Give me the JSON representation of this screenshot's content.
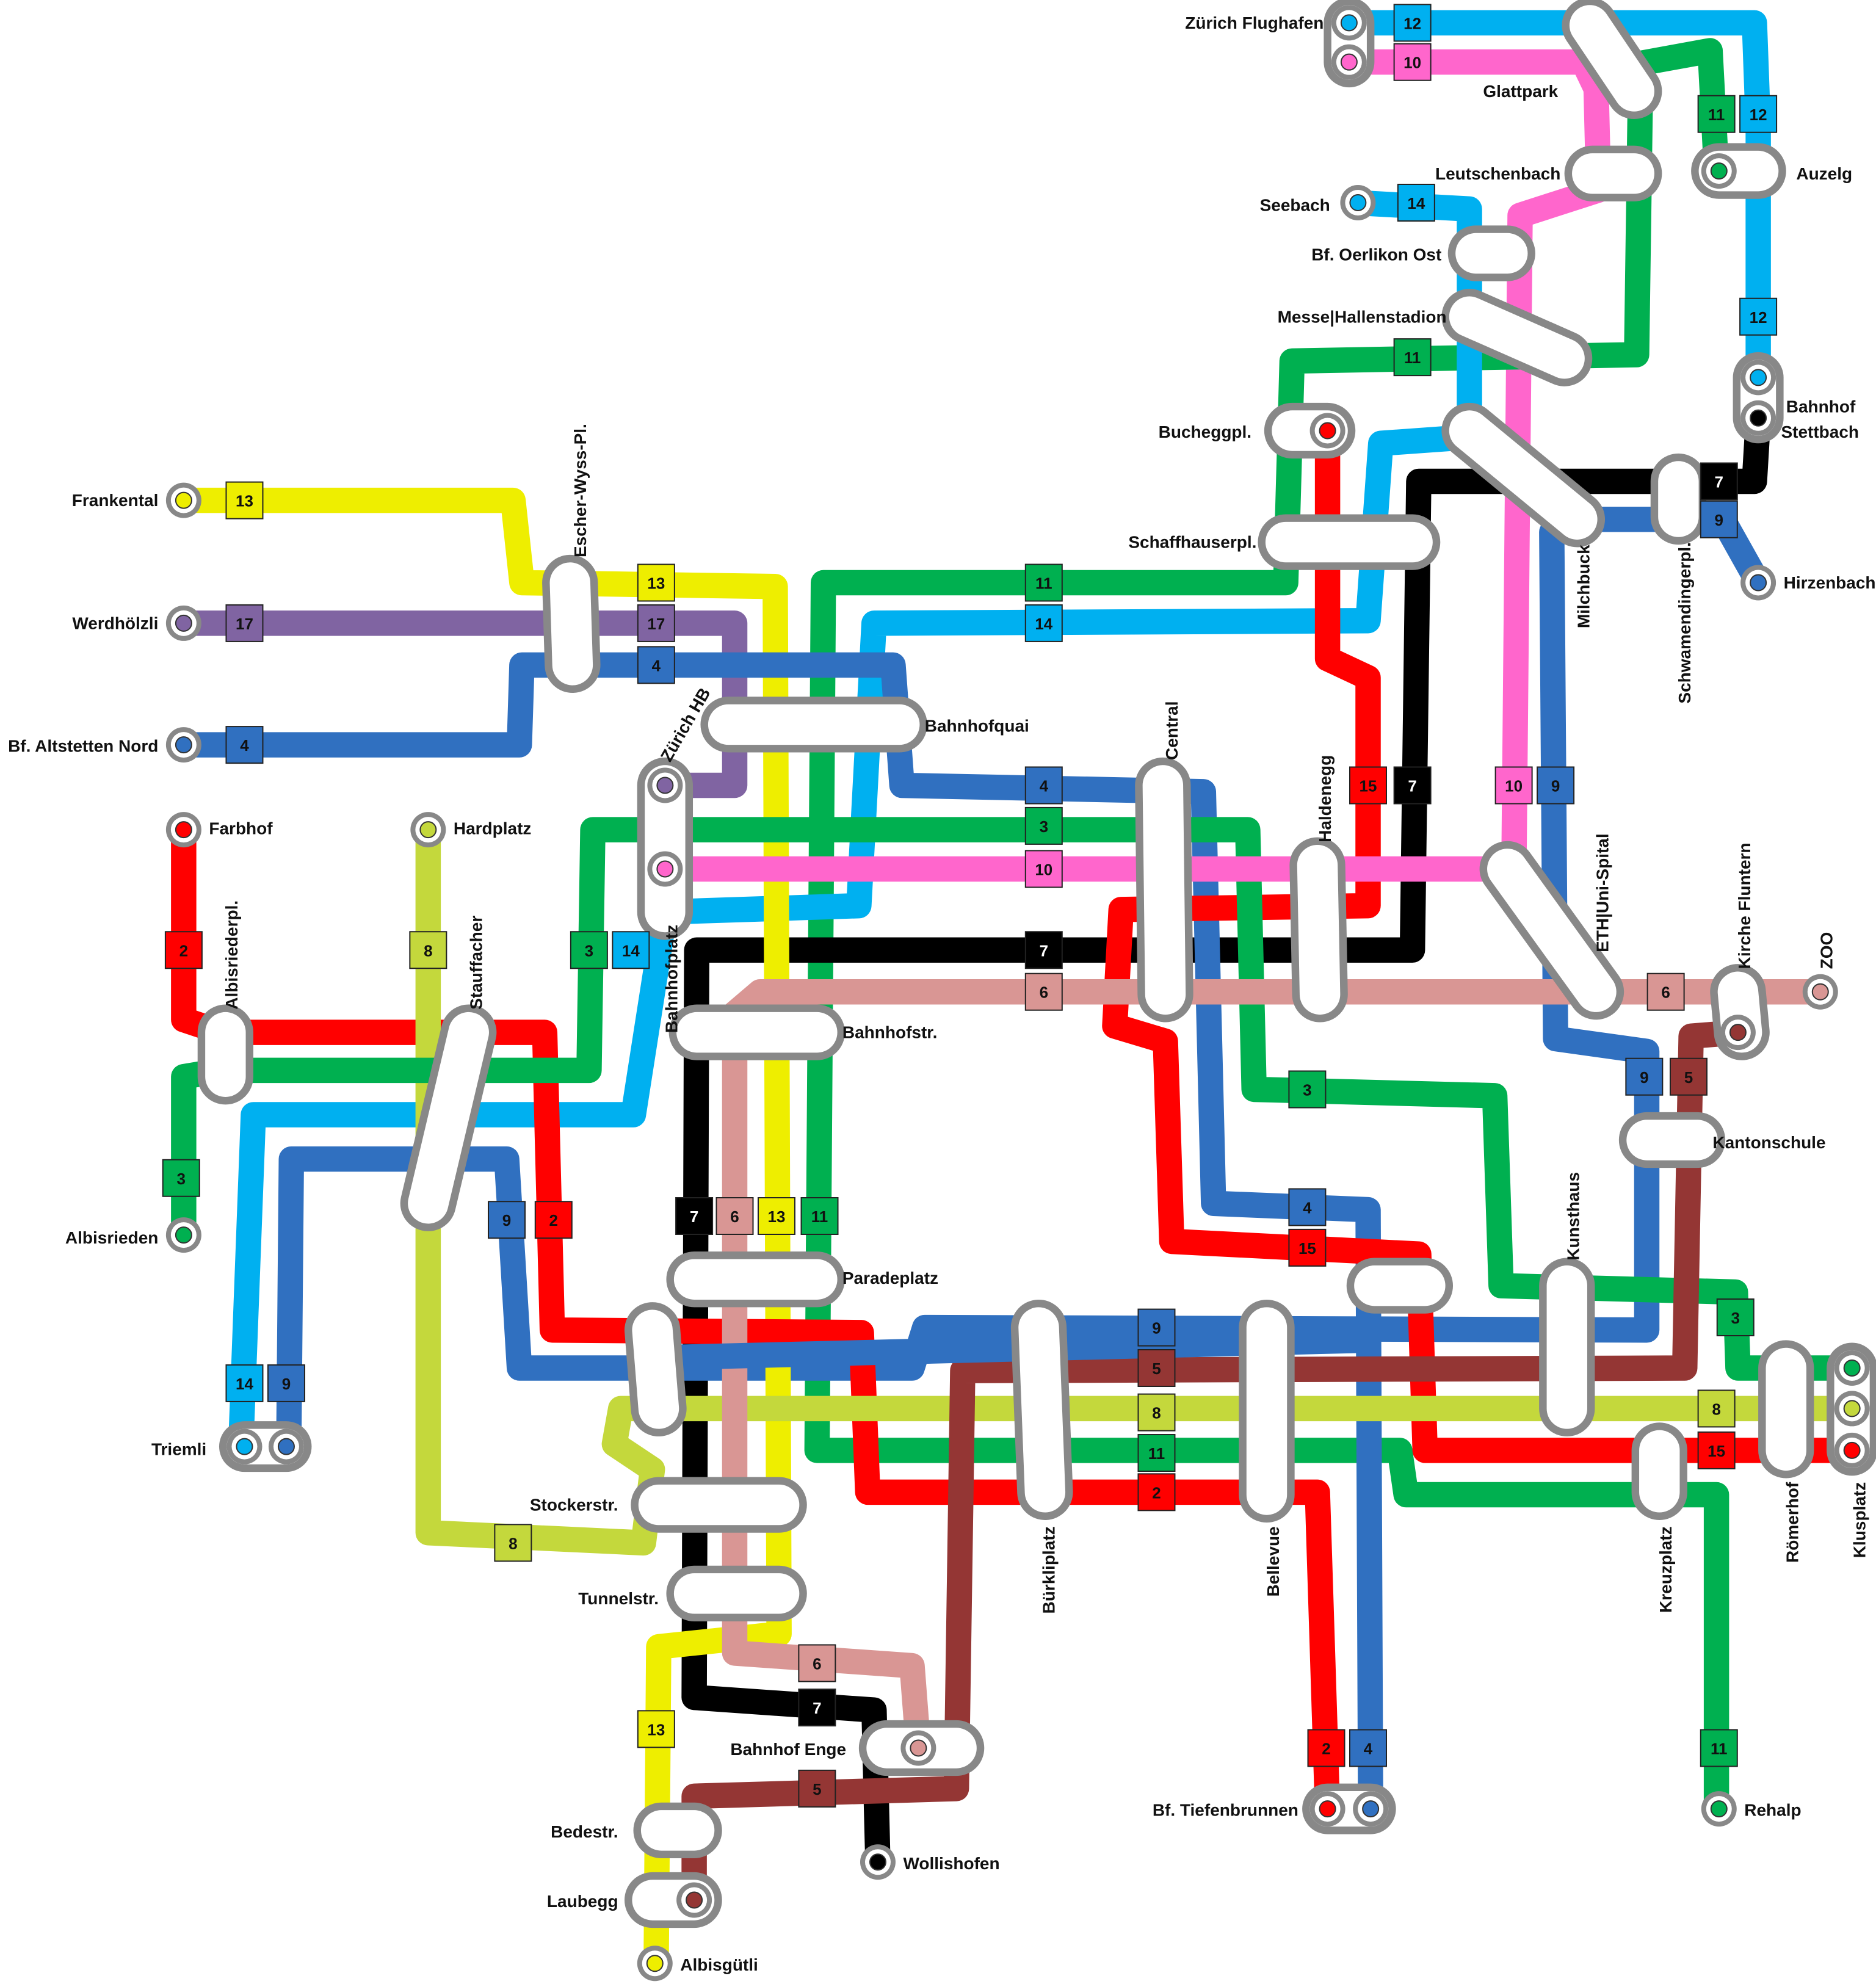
{
  "map": {
    "stations": [
      {
        "id": "zurich-flughafen",
        "label": "Zürich Flughafen"
      },
      {
        "id": "glattpark",
        "label": "Glattpark"
      },
      {
        "id": "auzelg",
        "label": "Auzelg"
      },
      {
        "id": "leutschenbach",
        "label": "Leutschenbach"
      },
      {
        "id": "seebach",
        "label": "Seebach"
      },
      {
        "id": "bf-oerlikon-ost",
        "label": "Bf. Oerlikon Ost"
      },
      {
        "id": "messe-hallenstadion",
        "label": "Messe|Hallenstadion"
      },
      {
        "id": "bahnhof-stettbach-1",
        "label": "Bahnhof"
      },
      {
        "id": "bahnhof-stettbach-2",
        "label": "Stettbach"
      },
      {
        "id": "bucheggpl",
        "label": "Bucheggpl."
      },
      {
        "id": "schaffhauserpl",
        "label": "Schaffhauserpl."
      },
      {
        "id": "hirzenbach",
        "label": "Hirzenbach"
      },
      {
        "id": "milchbuck",
        "label": "Milchbuck"
      },
      {
        "id": "schwamendingerpl",
        "label": "Schwamendingerpl."
      },
      {
        "id": "frankental",
        "label": "Frankental"
      },
      {
        "id": "escher-wyss-pl",
        "label": "Escher-Wyss-Pl."
      },
      {
        "id": "werdhoelzli",
        "label": "Werdhölzli"
      },
      {
        "id": "bf-altstetten-nord",
        "label": "Bf. Altstetten Nord"
      },
      {
        "id": "bahnhofquai",
        "label": "Bahnhofquai"
      },
      {
        "id": "zurich-hb",
        "label": "Zürich HB"
      },
      {
        "id": "central",
        "label": "Central"
      },
      {
        "id": "haldenegg",
        "label": "Haldenegg"
      },
      {
        "id": "farbhof",
        "label": "Farbhof"
      },
      {
        "id": "hardplatz",
        "label": "Hardplatz"
      },
      {
        "id": "albisriederpl",
        "label": "Albisriederpl."
      },
      {
        "id": "stauffacher",
        "label": "Stauffacher"
      },
      {
        "id": "bahnhofplatz",
        "label": "Bahnhofplatz"
      },
      {
        "id": "eth-uni-spital",
        "label": "ETH|Uni-Spital"
      },
      {
        "id": "kirche-fluntern",
        "label": "Kirche Fluntern"
      },
      {
        "id": "zoo",
        "label": "ZOO"
      },
      {
        "id": "bahnhofstr",
        "label": "Bahnhofstr."
      },
      {
        "id": "kantonschule",
        "label": "Kantonschule"
      },
      {
        "id": "albisrieden",
        "label": "Albisrieden"
      },
      {
        "id": "kunsthaus",
        "label": "Kunsthaus"
      },
      {
        "id": "paradeplatz",
        "label": "Paradeplatz"
      },
      {
        "id": "triemli",
        "label": "Triemli"
      },
      {
        "id": "roemerhof",
        "label": "Römerhof"
      },
      {
        "id": "klusplatz",
        "label": "Klusplatz"
      },
      {
        "id": "stockerstr",
        "label": "Stockerstr."
      },
      {
        "id": "buerkliplatz",
        "label": "Bürkliplatz"
      },
      {
        "id": "bellevue",
        "label": "Bellevue"
      },
      {
        "id": "kreuzplatz",
        "label": "Kreuzplatz"
      },
      {
        "id": "tunnelstr",
        "label": "Tunnelstr."
      },
      {
        "id": "bahnhof-enge",
        "label": "Bahnhof Enge"
      },
      {
        "id": "bf-tiefenbrunnen",
        "label": "Bf. Tiefenbrunnen"
      },
      {
        "id": "rehalp",
        "label": "Rehalp"
      },
      {
        "id": "bedestr",
        "label": "Bedestr."
      },
      {
        "id": "wollishofen",
        "label": "Wollishofen"
      },
      {
        "id": "laubegg",
        "label": "Laubegg"
      },
      {
        "id": "albisguetli",
        "label": "Albisgütli"
      }
    ],
    "line_colors": {
      "2": "#ff0000",
      "3": "#00b050",
      "4": "#3070c0",
      "5": "#943634",
      "6": "#d99694",
      "7": "#000000",
      "8": "#c4d83c",
      "9": "#3070c0",
      "10": "#ff66cc",
      "11": "#00b050",
      "12": "#00b0f0",
      "13": "#eeee00",
      "14": "#00b0f0",
      "15": "#ff0000",
      "17": "#8064a2"
    },
    "badges": [
      {
        "id": "b12a",
        "line": "12",
        "text": "12"
      },
      {
        "id": "b10a",
        "line": "10",
        "text": "10"
      },
      {
        "id": "b11a",
        "line": "11",
        "text": "11"
      },
      {
        "id": "b12b",
        "line": "12",
        "text": "12"
      },
      {
        "id": "b14a",
        "line": "14",
        "text": "14"
      },
      {
        "id": "b12c",
        "line": "12",
        "text": "12"
      },
      {
        "id": "b11b",
        "line": "11",
        "text": "11"
      },
      {
        "id": "b7a",
        "line": "7",
        "text": "7"
      },
      {
        "id": "b9a",
        "line": "9",
        "text": "9"
      },
      {
        "id": "b13a",
        "line": "13",
        "text": "13"
      },
      {
        "id": "b13b",
        "line": "13",
        "text": "13"
      },
      {
        "id": "b11c",
        "line": "11",
        "text": "11"
      },
      {
        "id": "b17a",
        "line": "17",
        "text": "17"
      },
      {
        "id": "b17b",
        "line": "17",
        "text": "17"
      },
      {
        "id": "b14b",
        "line": "14",
        "text": "14"
      },
      {
        "id": "b4a",
        "line": "4",
        "text": "4"
      },
      {
        "id": "b4b",
        "line": "4",
        "text": "4"
      },
      {
        "id": "b4c",
        "line": "4",
        "text": "4"
      },
      {
        "id": "b15a",
        "line": "15",
        "text": "15"
      },
      {
        "id": "b7b",
        "line": "7",
        "text": "7"
      },
      {
        "id": "b10b",
        "line": "10",
        "text": "10"
      },
      {
        "id": "b9b",
        "line": "9",
        "text": "9"
      },
      {
        "id": "b3a",
        "line": "3",
        "text": "3"
      },
      {
        "id": "b10c",
        "line": "10",
        "text": "10"
      },
      {
        "id": "b2a",
        "line": "2",
        "text": "2"
      },
      {
        "id": "b8a",
        "line": "8",
        "text": "8"
      },
      {
        "id": "b3b",
        "line": "3",
        "text": "3"
      },
      {
        "id": "b14c",
        "line": "14",
        "text": "14"
      },
      {
        "id": "b7c",
        "line": "7",
        "text": "7"
      },
      {
        "id": "b6a",
        "line": "6",
        "text": "6"
      },
      {
        "id": "b6b",
        "line": "6",
        "text": "6"
      },
      {
        "id": "b9c",
        "line": "9",
        "text": "9"
      },
      {
        "id": "b5a",
        "line": "5",
        "text": "5"
      },
      {
        "id": "b3c",
        "line": "3",
        "text": "3"
      },
      {
        "id": "b3d",
        "line": "3",
        "text": "3"
      },
      {
        "id": "b9d",
        "line": "9",
        "text": "9"
      },
      {
        "id": "b2b",
        "line": "2",
        "text": "2"
      },
      {
        "id": "b7d",
        "line": "7",
        "text": "7"
      },
      {
        "id": "b6c",
        "line": "6",
        "text": "6"
      },
      {
        "id": "b13c",
        "line": "13",
        "text": "13"
      },
      {
        "id": "b11d",
        "line": "11",
        "text": "11"
      },
      {
        "id": "b4d",
        "line": "4",
        "text": "4"
      },
      {
        "id": "b15b",
        "line": "15",
        "text": "15"
      },
      {
        "id": "b3e",
        "line": "3",
        "text": "3"
      },
      {
        "id": "b14d",
        "line": "14",
        "text": "14"
      },
      {
        "id": "b9e",
        "line": "9",
        "text": "9"
      },
      {
        "id": "b9f",
        "line": "9",
        "text": "9"
      },
      {
        "id": "b5b",
        "line": "5",
        "text": "5"
      },
      {
        "id": "b8b",
        "line": "8",
        "text": "8"
      },
      {
        "id": "b8c",
        "line": "8",
        "text": "8"
      },
      {
        "id": "b11e",
        "line": "11",
        "text": "11"
      },
      {
        "id": "b2c",
        "line": "2",
        "text": "2"
      },
      {
        "id": "b15c",
        "line": "15",
        "text": "15"
      },
      {
        "id": "b8d",
        "line": "8",
        "text": "8"
      },
      {
        "id": "b6d",
        "line": "6",
        "text": "6"
      },
      {
        "id": "b7e",
        "line": "7",
        "text": "7"
      },
      {
        "id": "b13d",
        "line": "13",
        "text": "13"
      },
      {
        "id": "b5c",
        "line": "5",
        "text": "5"
      },
      {
        "id": "b2d",
        "line": "2",
        "text": "2"
      },
      {
        "id": "b4e",
        "line": "4",
        "text": "4"
      },
      {
        "id": "b11f",
        "line": "11",
        "text": "11"
      }
    ]
  }
}
